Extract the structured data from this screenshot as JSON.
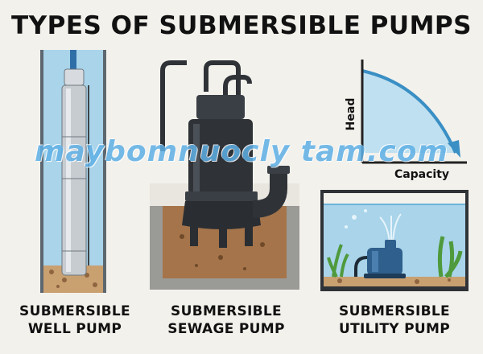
{
  "title": "TYPES OF SUBMERSIBLE PUMPS",
  "watermark": "maybomnuocly tam.com",
  "panels": {
    "well": {
      "caption_line1": "SUBMERSIBLE",
      "caption_line2": "WELL PUMP"
    },
    "sewage": {
      "caption_line1": "SUBMERSIBLE",
      "caption_line2": "SEWAGE PUMP"
    },
    "utility": {
      "caption_line1": "SUBMERSIBLE",
      "caption_line2": "UTILITY PUMP"
    }
  },
  "chart": {
    "ylabel": "Head",
    "xlabel": "Capacity"
  },
  "colors": {
    "water": "#a9d4ea",
    "pump_dark": "#2f3338",
    "soil": "#a5744a",
    "concrete": "#9a9a96",
    "curve": "#3a8fc4",
    "utility_pump": "#2f5f8c"
  }
}
